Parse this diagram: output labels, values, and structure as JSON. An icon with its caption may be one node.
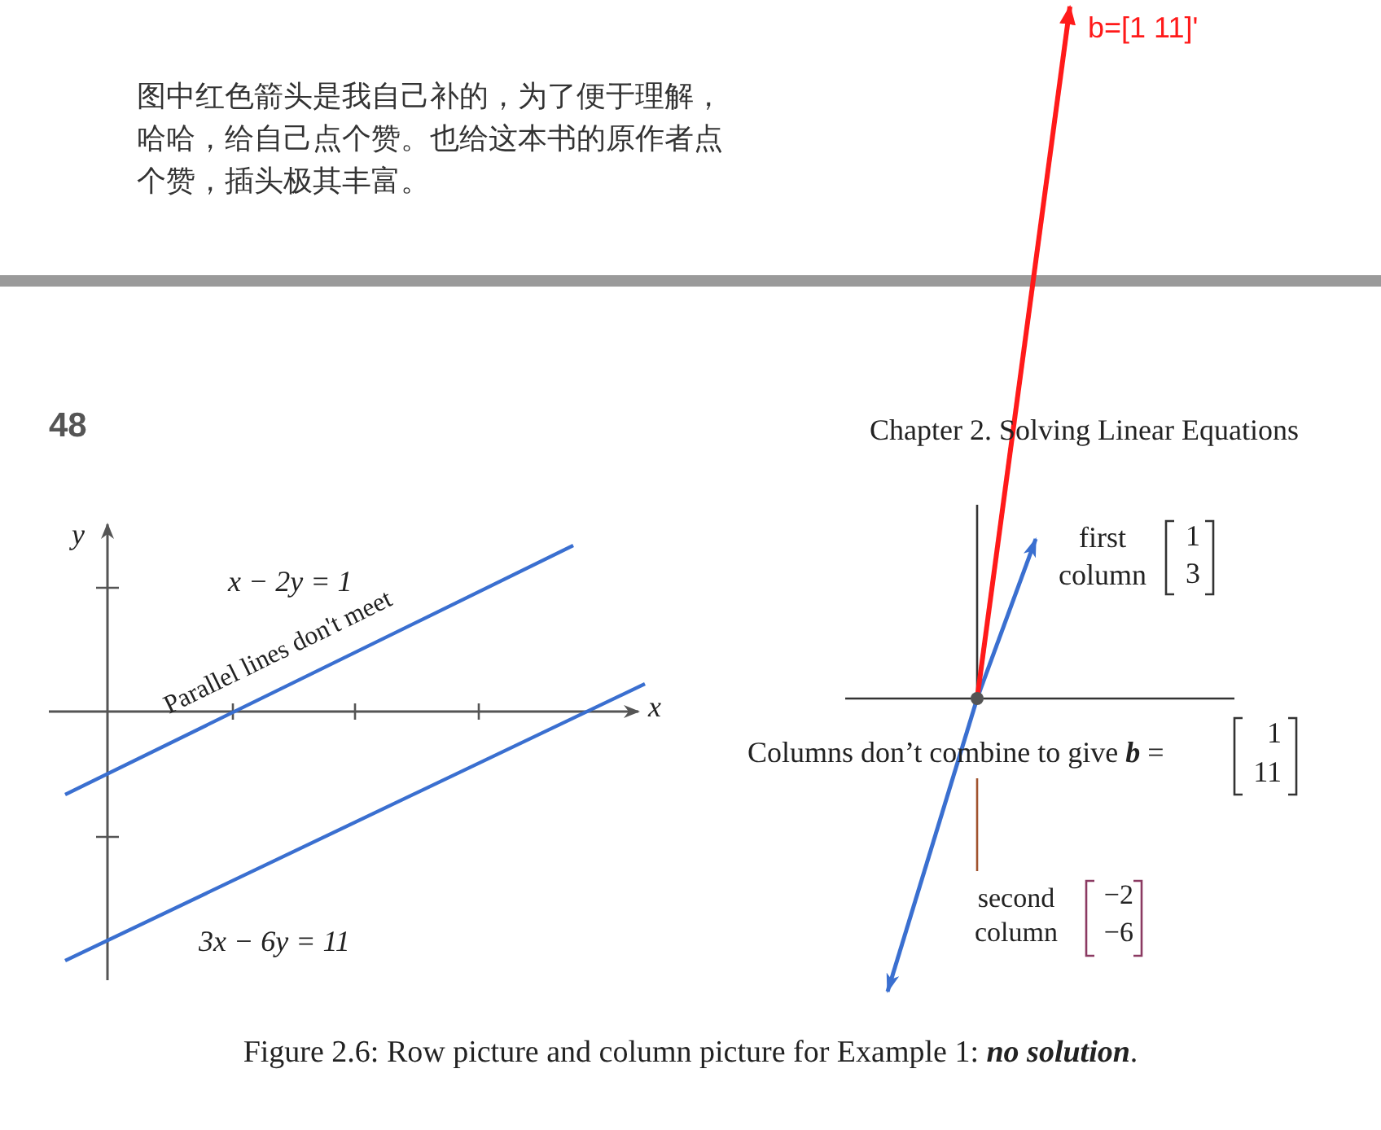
{
  "diagram": {
    "caption": "Figure 2.6: Row picture and column picture for Example 1: **no solution**.",
    "labels": [
      "图中红色箭头是我自己补的，为了便于理解，哈哈，给自己点个赞。也给这本书的原作者点个赞，插头极其丰富。",
      "b=[1 11]'",
      "48",
      "Chapter 2. Solving Linear Equations",
      "y",
      "x − 2y = 1",
      "Parallel lines don't meet",
      "x",
      "3x − 6y = 11",
      "first column",
      "1",
      "3",
      "Columns don’t combine to give **b** =",
      "1",
      "11",
      "second column",
      "−2",
      "−6"
    ]
  }
}
